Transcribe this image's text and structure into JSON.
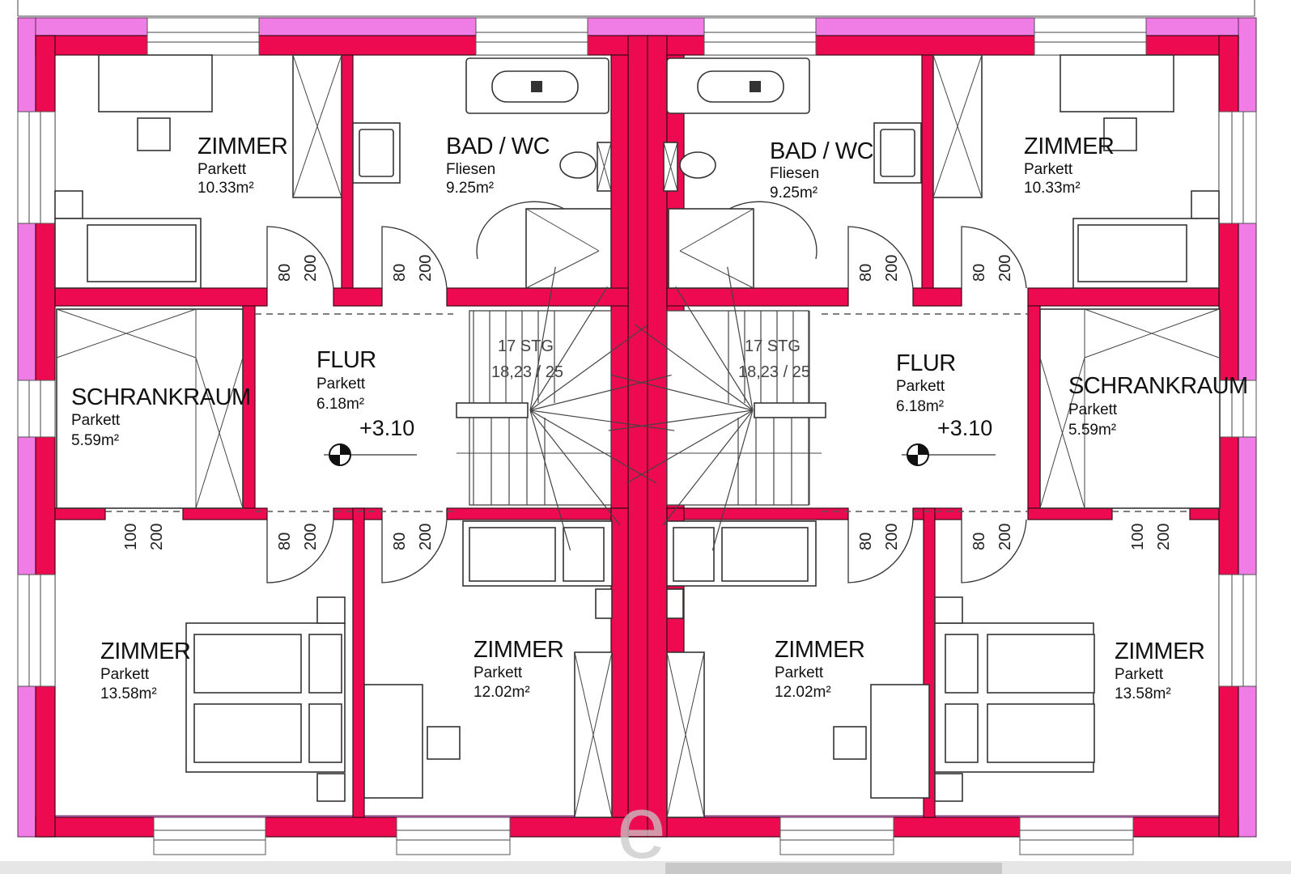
{
  "plan": {
    "rooms": [
      {
        "name": "ZIMMER",
        "floor": "Parkett",
        "area": "10.33m²"
      },
      {
        "name": "BAD / WC",
        "floor": "Fliesen",
        "area": "9.25m²"
      },
      {
        "name": "BAD / WC",
        "floor": "Fliesen",
        "area": "9.25m²"
      },
      {
        "name": "ZIMMER",
        "floor": "Parkett",
        "area": "10.33m²"
      },
      {
        "name": "SCHRANKRAUM",
        "floor": "Parkett",
        "area": "5.59m²"
      },
      {
        "name": "FLUR",
        "floor": "Parkett",
        "area": "6.18m²"
      },
      {
        "name": "FLUR",
        "floor": "Parkett",
        "area": "6.18m²"
      },
      {
        "name": "SCHRANKRAUM",
        "floor": "Parkett",
        "area": "5.59m²"
      },
      {
        "name": "ZIMMER",
        "floor": "Parkett",
        "area": "13.58m²"
      },
      {
        "name": "ZIMMER",
        "floor": "Parkett",
        "area": "12.02m²"
      },
      {
        "name": "ZIMMER",
        "floor": "Parkett",
        "area": "12.02m²"
      },
      {
        "name": "ZIMMER",
        "floor": "Parkett",
        "area": "13.58m²"
      }
    ],
    "stairs": [
      {
        "steps": "17 STG",
        "ratio": "18,23 / 25"
      },
      {
        "steps": "17 STG",
        "ratio": "18,23 / 25"
      }
    ],
    "levels": [
      "+3.10",
      "+3.10"
    ],
    "door_dims": [
      "80",
      "200",
      "100"
    ],
    "watermark": "e",
    "colors": {
      "wall": "#ee0a50",
      "insulation": "#f07ce6"
    }
  }
}
